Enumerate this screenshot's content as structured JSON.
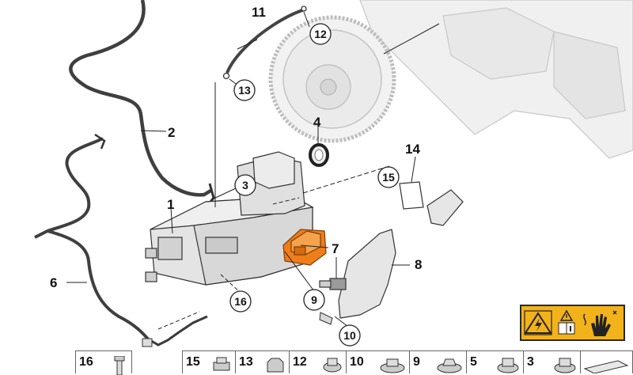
{
  "callouts": [
    {
      "id": "c1",
      "text": "1",
      "circled": false
    },
    {
      "id": "c2",
      "text": "2",
      "circled": false
    },
    {
      "id": "c3",
      "text": "3",
      "circled": true
    },
    {
      "id": "c4",
      "text": "4",
      "circled": false
    },
    {
      "id": "c6",
      "text": "6",
      "circled": false
    },
    {
      "id": "c7",
      "text": "7",
      "circled": false
    },
    {
      "id": "c8",
      "text": "8",
      "circled": false
    },
    {
      "id": "c9",
      "text": "9",
      "circled": true
    },
    {
      "id": "c10",
      "text": "10",
      "circled": true
    },
    {
      "id": "c11",
      "text": "11",
      "circled": false
    },
    {
      "id": "c12",
      "text": "12",
      "circled": true
    },
    {
      "id": "c13",
      "text": "13",
      "circled": true
    },
    {
      "id": "c14",
      "text": "14",
      "circled": false
    },
    {
      "id": "c15",
      "text": "15",
      "circled": true
    },
    {
      "id": "c16",
      "text": "16",
      "circled": true
    }
  ],
  "parts_strip": [
    {
      "label": "16",
      "icon": "bolt-icon"
    },
    {
      "label": "15",
      "icon": "flange-nut-icon"
    },
    {
      "label": "13",
      "icon": "hex-nut-icon"
    },
    {
      "label": "12",
      "icon": "collar-nut-icon"
    },
    {
      "label": "10",
      "icon": "flange-nut-icon"
    },
    {
      "label": "9",
      "icon": "hex-nut-icon"
    },
    {
      "label": "5",
      "icon": "collar-nut-icon"
    },
    {
      "label": "3",
      "icon": "flange-nut-icon"
    }
  ],
  "warning_label": {
    "icons": [
      "high-voltage-icon",
      "read-manual-icon",
      "no-touch-hand-icon"
    ]
  },
  "colors": {
    "highlight_part": "#ef7d1a",
    "warning_background": "#f2b21a",
    "line": "#222222",
    "part_fill": "#e6e6e6",
    "ghost_fill": "#f0f0f0"
  }
}
